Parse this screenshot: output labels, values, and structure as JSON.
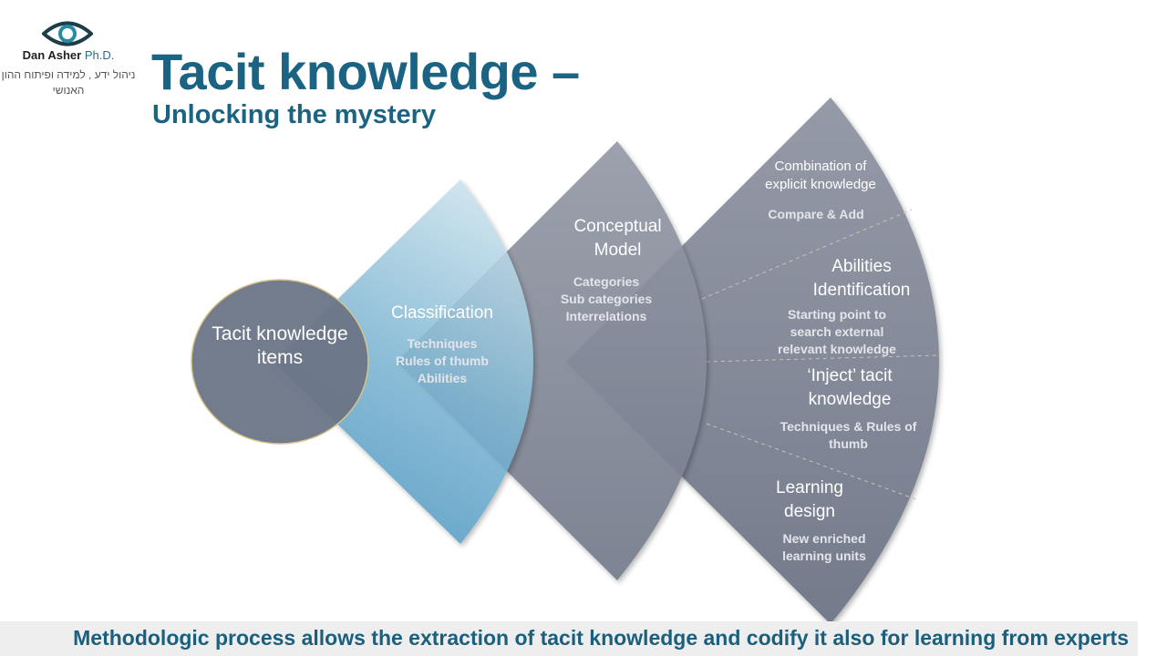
{
  "logo": {
    "name": "Dan Asher",
    "suffix": "Ph.D.",
    "tagline": "ניהול ידע , למידה ופיתוח ההון האנושי"
  },
  "title": "Tacit knowledge –",
  "subtitle": "Unlocking the mystery",
  "diagram": {
    "circle": "Tacit knowledge items",
    "classification": {
      "title": "Classification",
      "items": [
        "Techniques",
        "Rules of thumb",
        "Abilities"
      ]
    },
    "conceptual": {
      "title": "Conceptual Model",
      "items": [
        "Categories",
        "Sub categories",
        "Interrelations"
      ]
    },
    "outcomes": [
      {
        "title": "Combination of explicit knowledge",
        "detail": "Compare & Add"
      },
      {
        "title": "Abilities Identification",
        "detail": "Starting point to search external relevant knowledge"
      },
      {
        "title": "‘Inject’ tacit knowledge",
        "detail": "Techniques & Rules of thumb"
      },
      {
        "title": "Learning design",
        "detail": "New enriched learning units"
      }
    ]
  },
  "footer": "Methodologic process allows the extraction of tacit knowledge and codify it also for learning from experts",
  "colors": {
    "teal": "#1b6382",
    "gray": "#7c8493",
    "blue": "#5aa2c8"
  }
}
